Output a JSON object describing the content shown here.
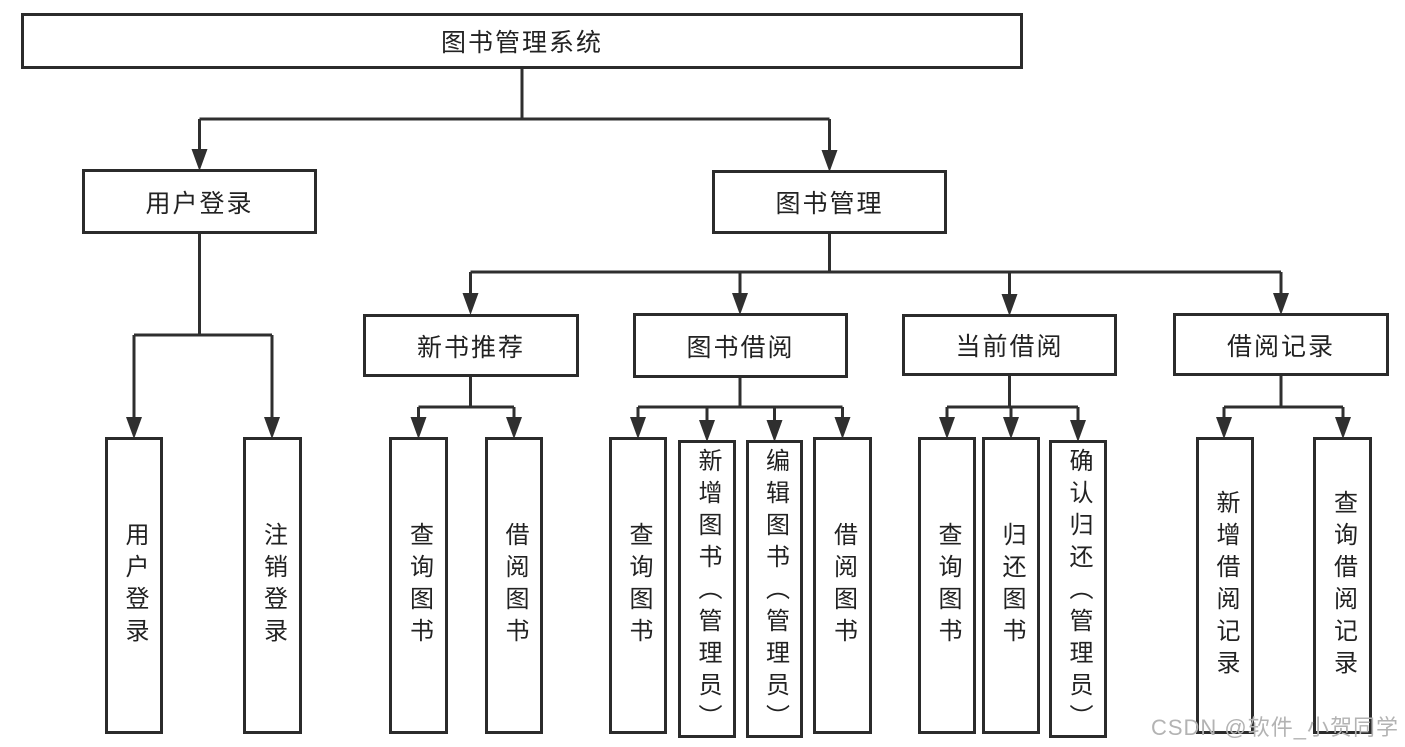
{
  "tree": {
    "root_label": "图书管理系统",
    "user_login": {
      "label": "用户登录",
      "children": {
        "login": "用户登录",
        "logout": "注销登录"
      }
    },
    "book_mgmt": {
      "label": "图书管理",
      "new_book": {
        "label": "新书推荐",
        "children": {
          "query": "查询图书",
          "borrow": "借阅图书"
        }
      },
      "borrow": {
        "label": "图书借阅",
        "children": {
          "query": "查询图书",
          "add": "新增图书（管理员）",
          "edit": "编辑图书（管理员）",
          "borrow": "借阅图书"
        }
      },
      "current": {
        "label": "当前借阅",
        "children": {
          "query": "查询图书",
          "return": "归还图书",
          "confirm": "确认归还（管理员）"
        }
      },
      "record": {
        "label": "借阅记录",
        "children": {
          "add": "新增借阅记录",
          "query": "查询借阅记录"
        }
      }
    }
  },
  "watermark": {
    "text": "CSDN @软件_小贺同学"
  },
  "colors": {
    "line": "#2f2f2f",
    "box_border": "#2b2b2b",
    "box_bg": "#ffffff",
    "text": "#222222",
    "watermark": "#b3b3b3"
  }
}
